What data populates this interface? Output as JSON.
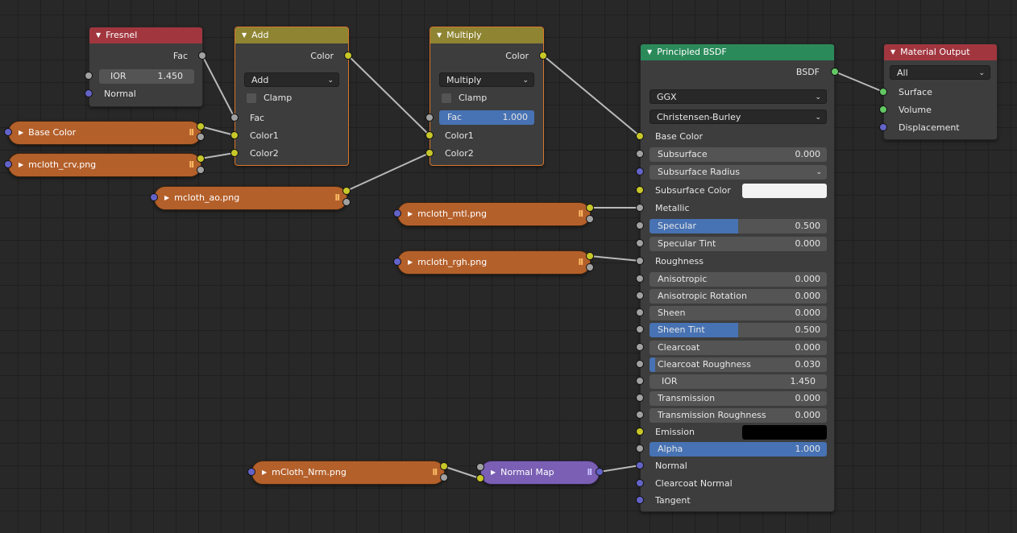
{
  "colors": {
    "header_red": "#a1363f",
    "header_yellow": "#8e8432",
    "header_green": "#2b8a5a",
    "image_node": "#b4602b",
    "normal_map_node": "#7a5fb4",
    "slider_fill": "#4772b3",
    "selected_border": "#d8762b"
  },
  "fresnel": {
    "title": "Fresnel",
    "out_fac": "Fac",
    "ior_label": "IOR",
    "ior_value": "1.450",
    "normal": "Normal"
  },
  "add": {
    "title": "Add",
    "out": "Color",
    "mode": "Add",
    "clamp": "Clamp",
    "fac": "Fac",
    "color1": "Color1",
    "color2": "Color2"
  },
  "multiply": {
    "title": "Multiply",
    "out": "Color",
    "mode": "Multiply",
    "clamp": "Clamp",
    "fac_label": "Fac",
    "fac_value": "1.000",
    "color1": "Color1",
    "color2": "Color2"
  },
  "images": {
    "base": "Base Color",
    "crv": "mcloth_crv.png",
    "ao": "mcloth_ao.png",
    "mtl": "mcloth_mtl.png",
    "rgh": "mcloth_rgh.png",
    "nrm": "mCloth_Nrm.png"
  },
  "normal_map": {
    "title": "Normal Map"
  },
  "bsdf": {
    "title": "Principled BSDF",
    "out": "BSDF",
    "distribution": "GGX",
    "subsurface_method": "Christensen-Burley",
    "base_color": "Base Color",
    "subsurface": {
      "label": "Subsurface",
      "value": "0.000"
    },
    "subsurface_radius": "Subsurface Radius",
    "subsurface_color": "Subsurface Color",
    "metallic": "Metallic",
    "specular": {
      "label": "Specular",
      "value": "0.500",
      "fill": 0.5
    },
    "specular_tint": {
      "label": "Specular Tint",
      "value": "0.000"
    },
    "roughness": "Roughness",
    "anisotropic": {
      "label": "Anisotropic",
      "value": "0.000"
    },
    "anisotropic_rotation": {
      "label": "Anisotropic Rotation",
      "value": "0.000"
    },
    "sheen": {
      "label": "Sheen",
      "value": "0.000"
    },
    "sheen_tint": {
      "label": "Sheen Tint",
      "value": "0.500",
      "fill": 0.5
    },
    "clearcoat": {
      "label": "Clearcoat",
      "value": "0.000"
    },
    "clearcoat_roughness": {
      "label": "Clearcoat Roughness",
      "value": "0.030",
      "fill": 0.03
    },
    "ior": {
      "label": "IOR",
      "value": "1.450"
    },
    "transmission": {
      "label": "Transmission",
      "value": "0.000"
    },
    "transmission_roughness": {
      "label": "Transmission Roughness",
      "value": "0.000"
    },
    "emission": "Emission",
    "alpha": {
      "label": "Alpha",
      "value": "1.000",
      "fill": 1.0
    },
    "normal": "Normal",
    "clearcoat_normal": "Clearcoat Normal",
    "tangent": "Tangent"
  },
  "material_output": {
    "title": "Material Output",
    "target": "All",
    "surface": "Surface",
    "volume": "Volume",
    "displacement": "Displacement"
  }
}
